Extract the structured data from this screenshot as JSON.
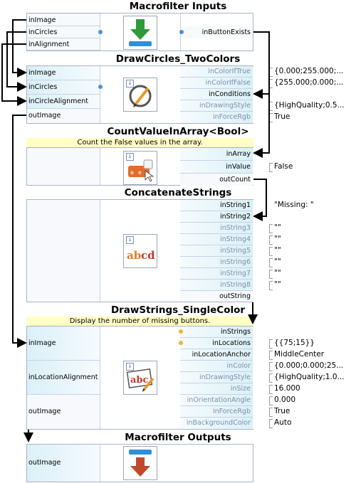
{
  "macro_inputs": {
    "title": "Macrofilter Inputs",
    "outputs": [
      "inImage",
      "inCircles",
      "inAlignment"
    ],
    "right_port": "inButtonExists"
  },
  "draw_circles": {
    "title": "DrawCircles_TwoColors",
    "inputs": [
      "inImage",
      "inCircles",
      "inCircleAlignment"
    ],
    "output": "outImage",
    "params": [
      "inColorIfTrue",
      "inColorIfFalse",
      "inConditions",
      "inDrawingStyle",
      "inForceRgb"
    ],
    "values": [
      "{0.000;255.000;...",
      "{255.000;0.000;...",
      "",
      "{HighQuality;0.5...",
      "True"
    ]
  },
  "count_value": {
    "title": "CountValueInArray<Bool>",
    "description": "Count the False values in the array.",
    "params": [
      "inArray",
      "inValue",
      "outCount"
    ],
    "values": [
      "",
      "False",
      ""
    ]
  },
  "concat": {
    "title": "ConcatenateStrings",
    "params": [
      "inString1",
      "inString2",
      "inString3",
      "inString4",
      "inString5",
      "inString6",
      "inString7",
      "inString8",
      "outString"
    ],
    "values": [
      "\"Missing: \"",
      "",
      "\"\"",
      "\"\"",
      "\"\"",
      "\"\"",
      "\"\"",
      "\"\"",
      ""
    ]
  },
  "draw_strings": {
    "title": "DrawStrings_SingleColor",
    "description": "Display the number of missing buttons.",
    "inputs": [
      "inImage",
      "inLocationAlignment",
      "outImage"
    ],
    "params": [
      "inStrings",
      "inLocations",
      "inLocationAnchor",
      "inColor",
      "inDrawingStyle",
      "inSize",
      "inOrientationAngle",
      "inForceRgb",
      "inBackgroundColor"
    ],
    "values": [
      "",
      "{{75;15}}",
      "MiddleCenter",
      "{0.000;0.000;25...",
      "{HighQuality;1.0...",
      "16.000",
      "0.000",
      "True",
      "Auto"
    ]
  },
  "macro_outputs": {
    "title": "Macrofilter Outputs",
    "input": "outImage"
  },
  "colors": {
    "port_gradient": "#daf0f7",
    "block_border": "#a9b3c9",
    "description_bg": "#ffffc4",
    "dim_text": "#7f8fa6"
  },
  "icons": [
    "download-arrow-icon",
    "draw-circle-icon",
    "count-array-icon",
    "concatenate-text-icon",
    "draw-text-icon",
    "output-arrow-icon"
  ]
}
